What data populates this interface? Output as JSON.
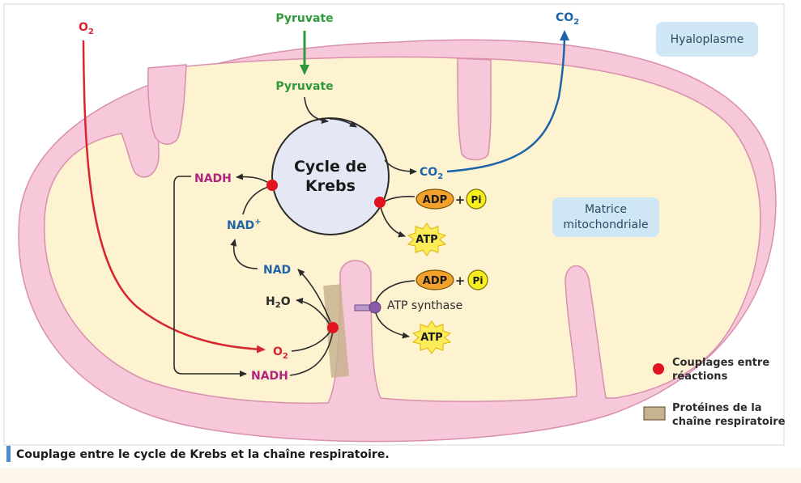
{
  "labels": {
    "o2_outside": "O",
    "o2_sub": "2",
    "pyruvate_outside": "Pyruvate",
    "pyruvate_inside": "Pyruvate",
    "co2_outside": "CO",
    "co2_outside_sub": "2",
    "co2_inside": "CO",
    "co2_inside_sub": "2",
    "hyaloplasme": "Hyaloplasme",
    "matrice_line1": "Matrice",
    "matrice_line2": "mitochondriale",
    "cycle_line1": "Cycle de",
    "cycle_line2": "Krebs",
    "nadh_top": "NADH",
    "nad_plus": "NAD",
    "nad_plus_sup": "+",
    "nad": "NAD",
    "h2o_h": "H",
    "h2o_sub": "2",
    "h2o_o": "O",
    "o2_inner": "O",
    "o2_inner_sub": "2",
    "nadh_bottom": "NADH",
    "adp_1": "ADP",
    "plus_1": "+",
    "pi_1": "Pi",
    "atp_1": "ATP",
    "adp_2": "ADP",
    "plus_2": "+",
    "pi_2": "Pi",
    "atp_synthase": "ATP synthase",
    "atp_2": "ATP"
  },
  "legend": {
    "couplages_line1": "Couplages entre",
    "couplages_line2": "réactions",
    "proteines_line1": "Protéines de la",
    "proteines_line2": "chaîne respiratoire"
  },
  "caption": "Couplage entre le cycle de Krebs et la chaîne respiratoire.",
  "colors": {
    "membrane": "#f6c8d9",
    "membrane_stroke": "#d98fae",
    "matrix": "#fdf3d1",
    "krebs_fill": "#e3e8f4",
    "coupling_dot": "#e0141e",
    "protein": "#c8b38f",
    "label_box": "#cfe6f5",
    "adp": "#f2a22a",
    "pi": "#f7ee1e",
    "atp": "#fcec5a",
    "synthase": "#8a5aa6",
    "arrow_red": "#d8262e",
    "arrow_green": "#2e9a3c",
    "arrow_blue": "#1e64a8"
  }
}
